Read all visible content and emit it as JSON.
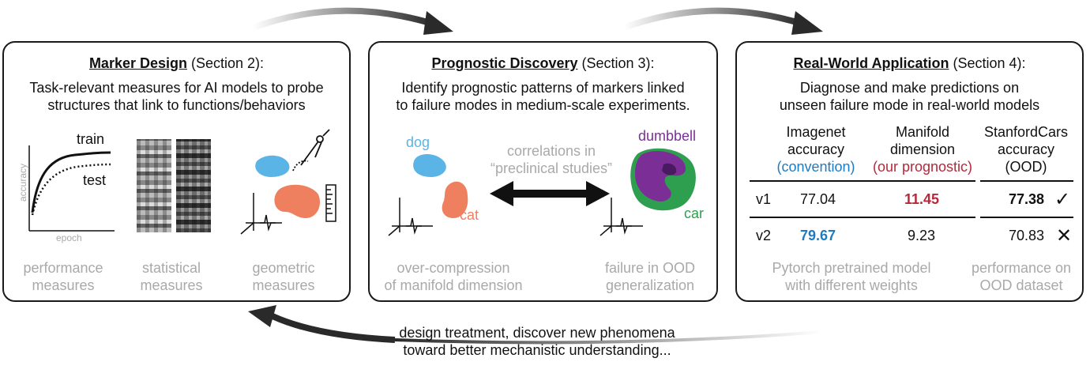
{
  "panel1": {
    "title_bold": "Marker Design",
    "title_rest": " (Section 2):",
    "desc_line1": "Task-relevant measures for AI models to probe",
    "desc_line2": "structures that link to functions/behaviors",
    "chart": {
      "train_label": "train",
      "test_label": "test",
      "ylabel": "accuracy",
      "xlabel": "epoch"
    },
    "captions": [
      [
        "performance",
        "measures"
      ],
      [
        "statistical",
        "measures"
      ],
      [
        "geometric",
        "measures"
      ]
    ]
  },
  "panel2": {
    "title_bold": "Prognostic Discovery",
    "title_rest": " (Section 3):",
    "desc_line1": "Identify prognostic patterns of markers linked",
    "desc_line2": "to failure modes in medium-scale experiments.",
    "dog": "dog",
    "cat": "cat",
    "dumbbell": "dumbbell",
    "car": "car",
    "corr_line1": "correlations in",
    "corr_line2": "“preclinical studies”",
    "left_caption": [
      "over-compression",
      "of manifold dimension"
    ],
    "right_caption": [
      "failure in OOD",
      "generalization"
    ]
  },
  "panel3": {
    "title_bold": "Real-World Application",
    "title_rest": " (Section 4):",
    "desc_line1": "Diagnose and make predictions on",
    "desc_line2": "unseen failure mode in real-world models",
    "headers": {
      "imagenet": [
        "Imagenet",
        "accuracy",
        "(convention)"
      ],
      "manifold": [
        "Manifold",
        "dimension",
        "(our prognostic)"
      ],
      "stanford": [
        "StanfordCars",
        "accuracy",
        "(OOD)"
      ]
    },
    "rows": [
      {
        "model": "v1",
        "imagenet": "77.04",
        "manifold": "11.45",
        "stanford": "77.38",
        "mark": "✓"
      },
      {
        "model": "v2",
        "imagenet": "79.67",
        "manifold": "9.23",
        "stanford": "70.83",
        "mark": "✕"
      }
    ],
    "caption_left": [
      "Pytorch pretrained model",
      "with different weights"
    ],
    "caption_right": [
      "performance on",
      "OOD dataset"
    ]
  },
  "bottom": {
    "line1": "design treatment, discover new phenomena",
    "line2": "toward better mechanistic understanding..."
  },
  "colors": {
    "blue": "#1f7bbf",
    "red": "#b5293a",
    "gray_text": "#a9a9a9",
    "dog_blue": "#5ab4e6",
    "cat_orange": "#ee7f5f",
    "purple": "#7b2f96",
    "green": "#2e9e4f"
  }
}
